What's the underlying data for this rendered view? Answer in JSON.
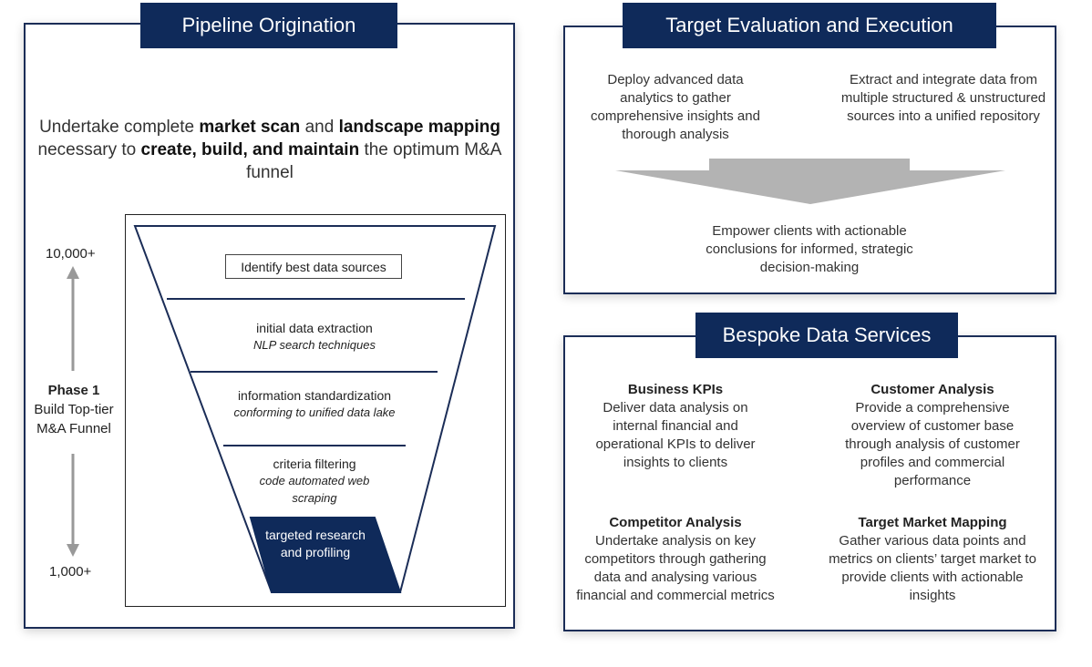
{
  "pipeline": {
    "title": "Pipeline Origination",
    "intro": {
      "p1": "Undertake complete ",
      "b1": "market scan",
      "p2": " and ",
      "b2": "landscape mapping",
      "p3": " necessary to ",
      "b3": "create, build, and maintain",
      "p4": " the optimum M&A funnel"
    },
    "count_top": "10,000+",
    "count_bottom": "1,000+",
    "phase_title": "Phase 1",
    "phase_subtitle": "Build Top-tier M&A Funnel",
    "stages": [
      {
        "label": "Identify best data sources",
        "detail": ""
      },
      {
        "label": "initial data extraction",
        "detail": "NLP search techniques"
      },
      {
        "label": "information standardization",
        "detail": "conforming to unified data lake"
      },
      {
        "label": "criteria filtering",
        "detail": "code automated web scraping"
      },
      {
        "label": "targeted research and profiling",
        "detail": ""
      }
    ],
    "colors": {
      "navy": "#0f2a5a",
      "arrow": "#999999"
    }
  },
  "target_eval": {
    "title": "Target Evaluation and Execution",
    "left_text": "Deploy advanced data analytics to gather comprehensive insights and thorough analysis",
    "right_text": "Extract and integrate data from multiple structured & unstructured sources into a unified repository",
    "bottom_text": "Empower clients with actionable conclusions for informed, strategic decision-making"
  },
  "bespoke": {
    "title": "Bespoke Data Services",
    "services": [
      {
        "title": "Business KPIs",
        "text": "Deliver data analysis on internal financial and operational KPIs to deliver insights to clients"
      },
      {
        "title": "Customer Analysis",
        "text": "Provide a comprehensive overview of customer base through analysis of customer profiles and commercial performance"
      },
      {
        "title": "Competitor Analysis",
        "text": "Undertake analysis on key competitors through gathering data and analysing various financial and commercial metrics"
      },
      {
        "title": "Target Market Mapping",
        "text": "Gather various data points and metrics on clients’ target market to provide clients with actionable insights"
      }
    ]
  }
}
